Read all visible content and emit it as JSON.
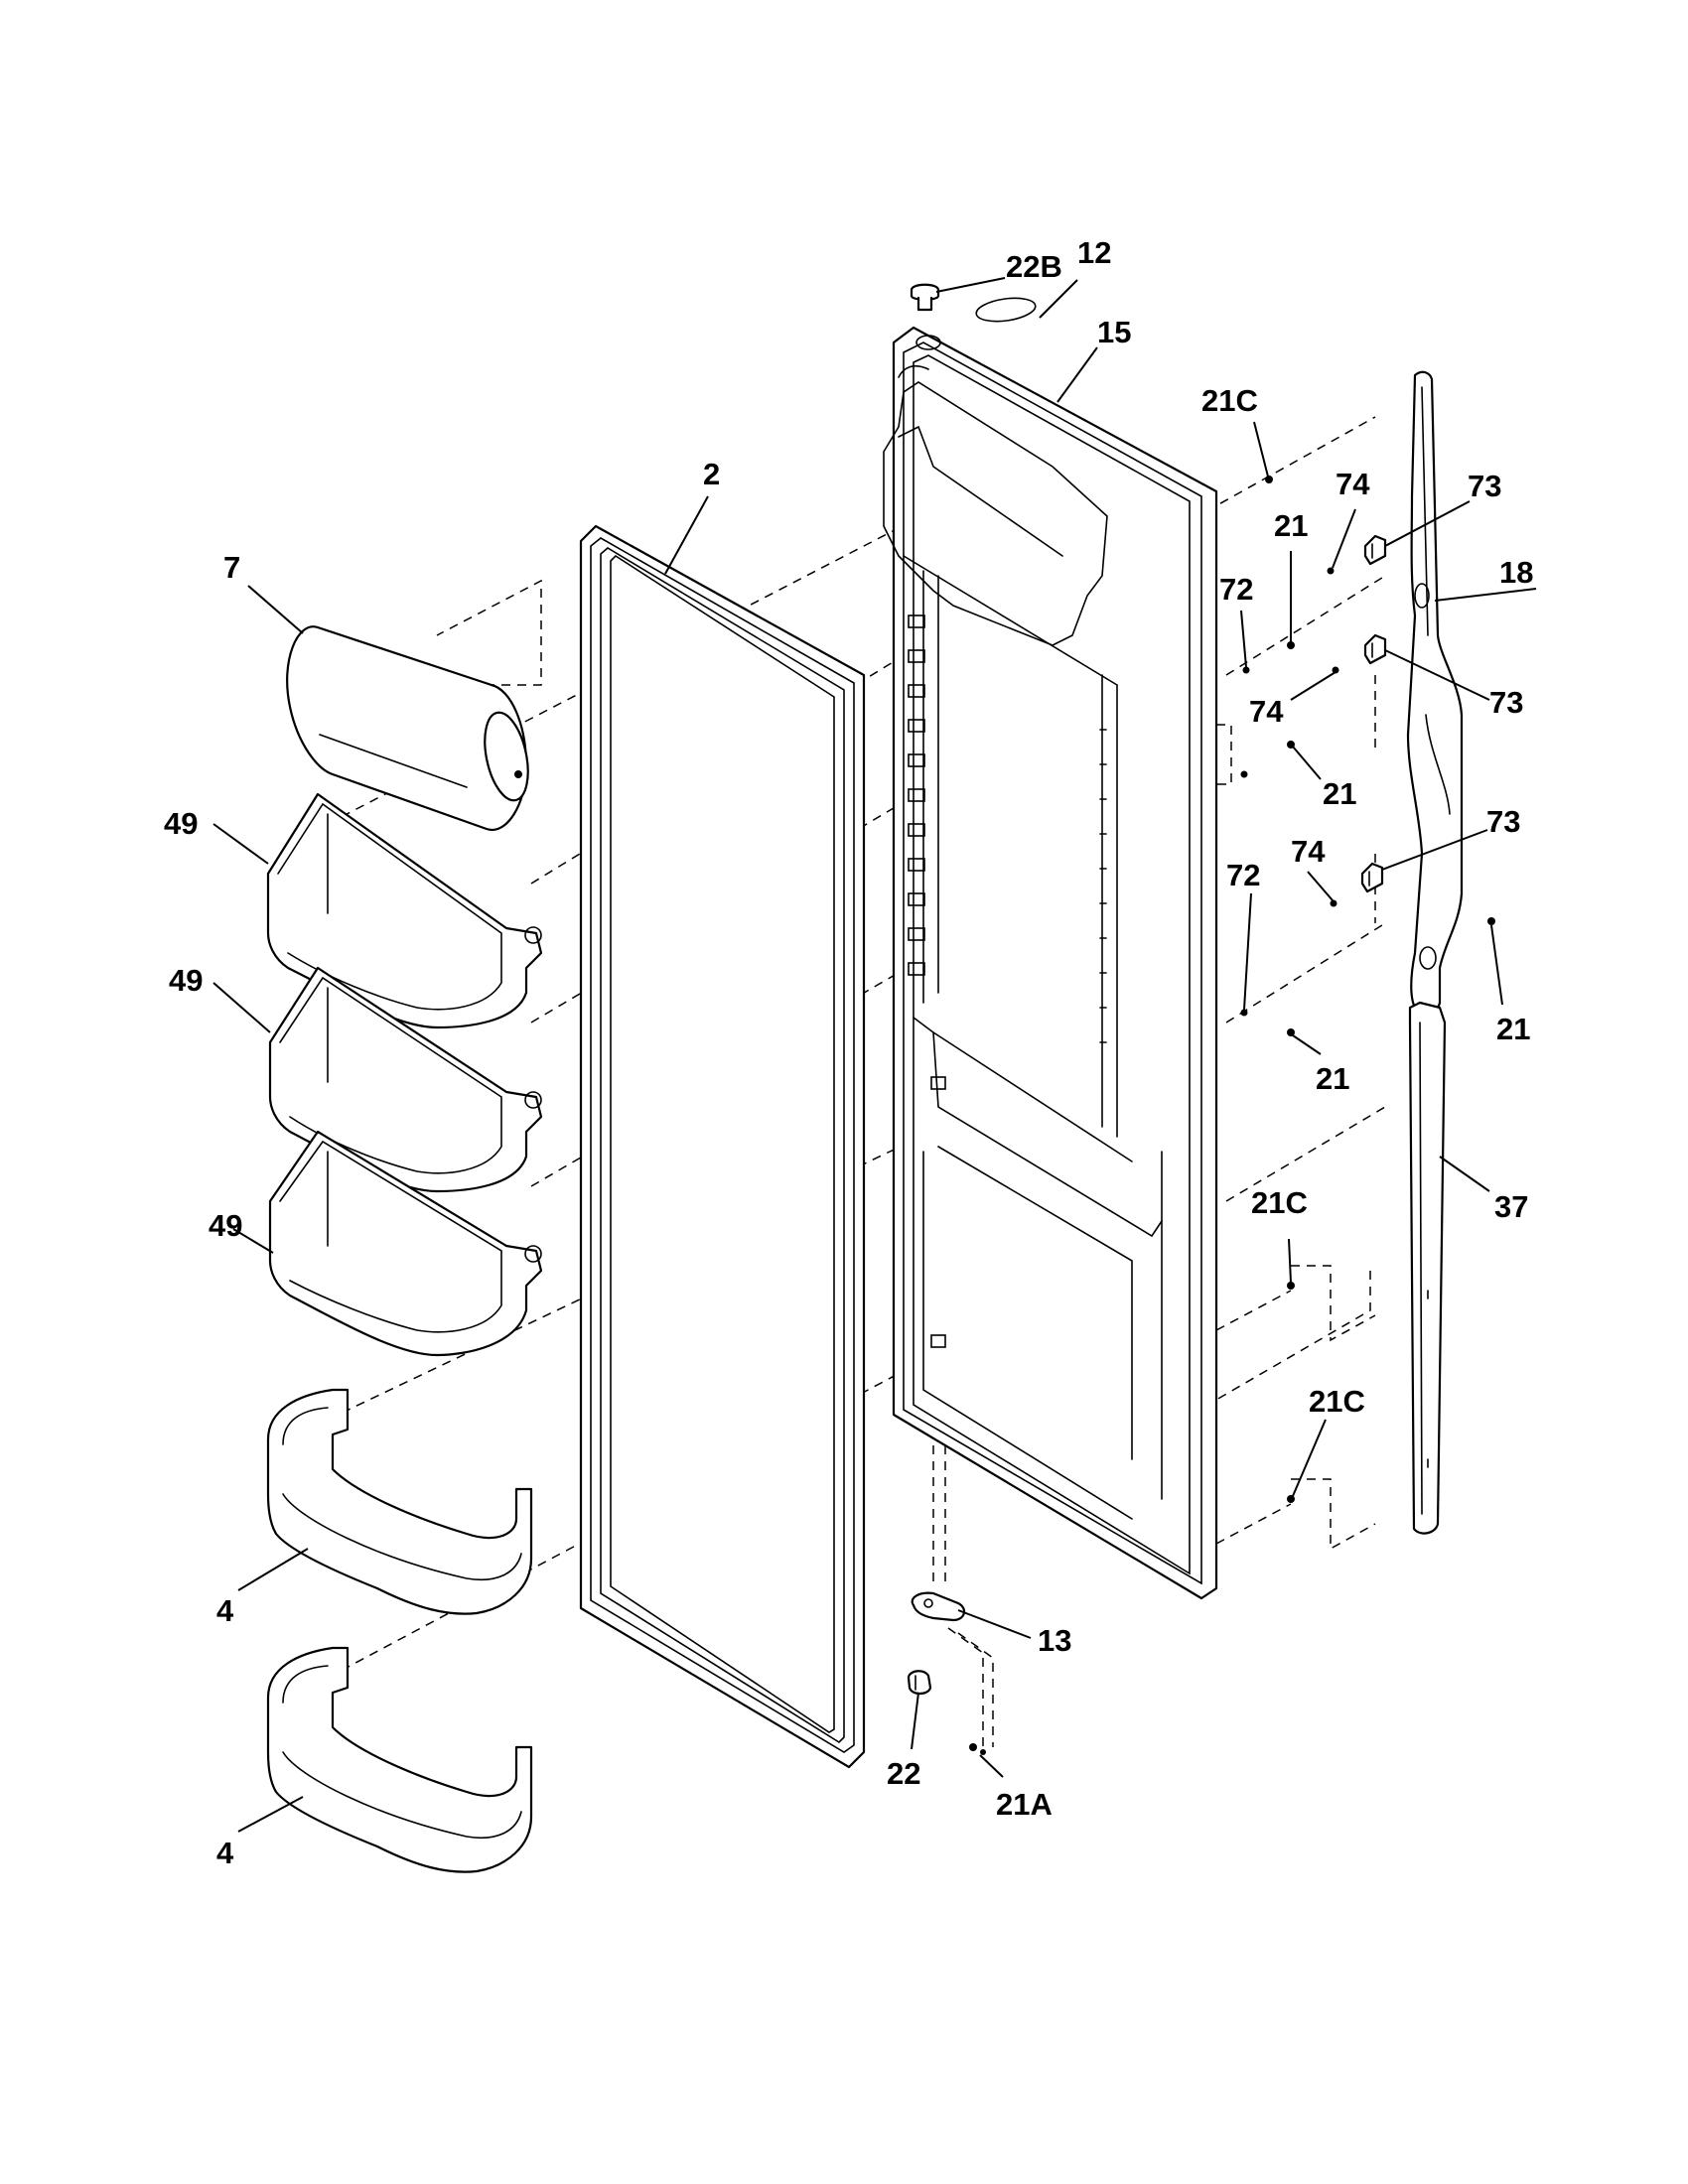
{
  "diagram": {
    "callouts": [
      {
        "id": "c-22B",
        "text": "22B"
      },
      {
        "id": "c-12",
        "text": "12"
      },
      {
        "id": "c-15",
        "text": "15"
      },
      {
        "id": "c-21C-top",
        "text": "21C"
      },
      {
        "id": "c-2",
        "text": "2"
      },
      {
        "id": "c-7",
        "text": "7"
      },
      {
        "id": "c-74-a",
        "text": "74"
      },
      {
        "id": "c-73-a",
        "text": "73"
      },
      {
        "id": "c-21-a",
        "text": "21"
      },
      {
        "id": "c-18",
        "text": "18"
      },
      {
        "id": "c-72-a",
        "text": "72"
      },
      {
        "id": "c-74-b",
        "text": "74"
      },
      {
        "id": "c-73-b",
        "text": "73"
      },
      {
        "id": "c-21-b",
        "text": "21"
      },
      {
        "id": "c-49-a",
        "text": "49"
      },
      {
        "id": "c-74-c",
        "text": "74"
      },
      {
        "id": "c-73-c",
        "text": "73"
      },
      {
        "id": "c-72-b",
        "text": "72"
      },
      {
        "id": "c-49-b",
        "text": "49"
      },
      {
        "id": "c-21-c",
        "text": "21"
      },
      {
        "id": "c-21-d",
        "text": "21"
      },
      {
        "id": "c-37",
        "text": "37"
      },
      {
        "id": "c-21C-mid",
        "text": "21C"
      },
      {
        "id": "c-49-c",
        "text": "49"
      },
      {
        "id": "c-21C-low",
        "text": "21C"
      },
      {
        "id": "c-4-a",
        "text": "4"
      },
      {
        "id": "c-13",
        "text": "13"
      },
      {
        "id": "c-22",
        "text": "22"
      },
      {
        "id": "c-21A",
        "text": "21A"
      },
      {
        "id": "c-4-b",
        "text": "4"
      }
    ]
  }
}
